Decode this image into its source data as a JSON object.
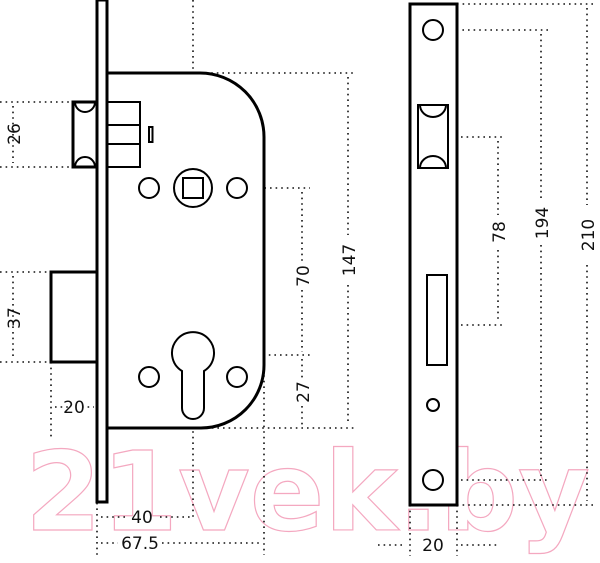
{
  "watermark": "21vek.by",
  "colors": {
    "line": "#000000",
    "watermark": "#f4a8c0"
  },
  "dimensions": {
    "latch_height": "26",
    "deadbolt_height": "37",
    "deadbolt_throw": "20",
    "spindle_to_cylinder": "70",
    "cylinder_to_bottom": "27",
    "body_height": "147",
    "backset": "40",
    "body_depth": "67.5",
    "faceplate_hole_spacing": "78",
    "faceplate_screw_spacing": "194",
    "faceplate_length": "210",
    "faceplate_width": "20"
  }
}
